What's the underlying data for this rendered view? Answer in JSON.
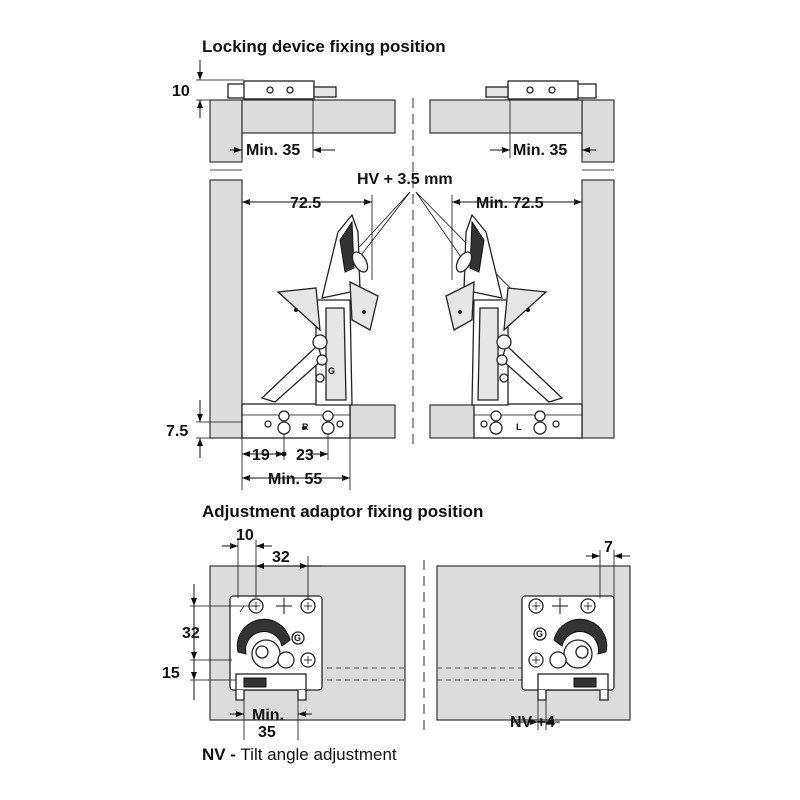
{
  "headings": {
    "locking": "Locking device fixing position",
    "adjustment": "Adjustment adaptor fixing position"
  },
  "dims": {
    "top_10": "10",
    "min35_left": "Min. 35",
    "min35_right": "Min. 35",
    "hv": "HV + 3.5 mm",
    "d72_5": "72.5",
    "min72_5": "Min. 72.5",
    "d7_5": "7.5",
    "d19": "19",
    "d23": "23",
    "min55": "Min. 55",
    "adj_10": "10",
    "adj_32h": "32",
    "adj_32v": "32",
    "adj_15": "15",
    "adj_min": "Min.",
    "adj_35": "35",
    "adj_7": "7",
    "nv4": "NV +4"
  },
  "part_marks": {
    "r": "R",
    "l": "L",
    "g_left": "G",
    "g_right": "G"
  },
  "legend": {
    "key": "NV -",
    "text": " Tilt angle adjustment"
  }
}
